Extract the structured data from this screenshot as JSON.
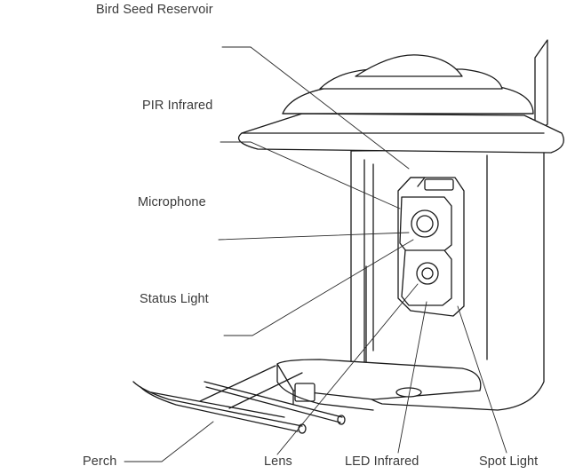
{
  "labels": {
    "bird_seed_reservoir": "Bird Seed Reservoir",
    "pir_infrared": "PIR Infrared",
    "microphone": "Microphone",
    "status_light": "Status Light",
    "perch": "Perch",
    "lens": "Lens",
    "led_infrared": "LED Infrared",
    "spot_light": "Spot Light"
  },
  "colors": {
    "line": "#1a1a1a",
    "leader": "#2a2a2a",
    "text": "#3a3a3a"
  }
}
